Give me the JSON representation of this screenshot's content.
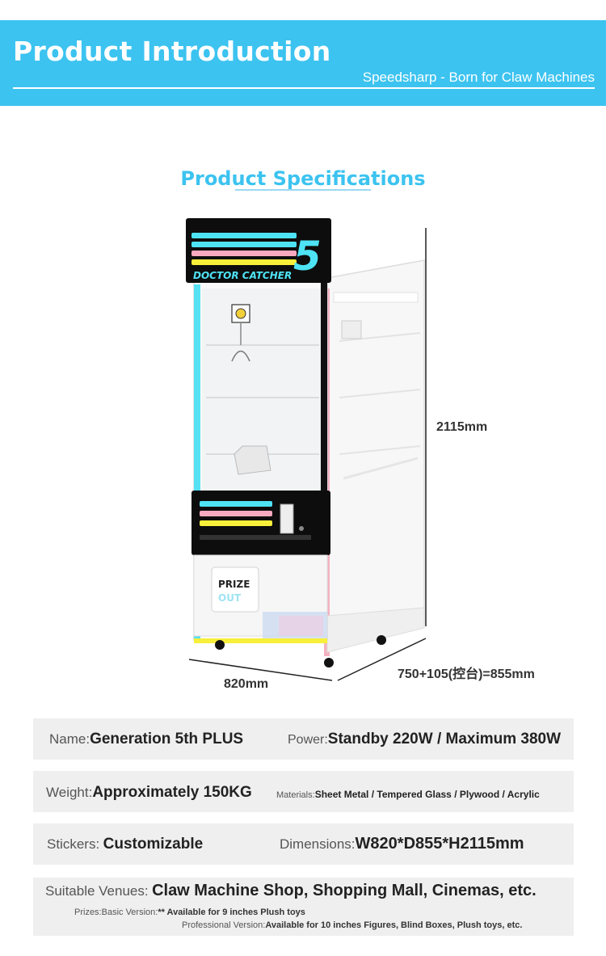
{
  "header": {
    "title": "Product Introduction",
    "subtitle": "Speedsharp - Born for Claw Machines"
  },
  "section_title": "Product Specifications",
  "machine": {
    "brand_logo": "DOCTOR CATCHER",
    "brand_number": "5",
    "prize_door_label": "PRIZE",
    "prize_door_label2": "OUT"
  },
  "dimensions": {
    "height": "2115mm",
    "width": "820mm",
    "depth": "750+105(控台)=855mm"
  },
  "specs": {
    "name_label": "Name:",
    "name_value": "Generation 5th PLUS",
    "power_label": "Power:",
    "power_value": "Standby 220W / Maximum 380W",
    "weight_label": "Weight:",
    "weight_value": "Approximately 150KG",
    "materials_label": "Materials:",
    "materials_value": "Sheet Metal / Tempered Glass / Plywood / Acrylic",
    "stickers_label": "Stickers:",
    "stickers_value": "Customizable",
    "dimensions_label": "Dimensions:",
    "dimensions_value": "W820*D855*H2115mm",
    "venues_label": "Suitable Venues:",
    "venues_value": "Claw Machine Shop, Shopping Mall, Cinemas, etc.",
    "prizes_label": "Prizes:",
    "prizes_basic_label": "Basic Version:",
    "prizes_basic_value": "** Available  for 9 inches Plush toys",
    "prizes_pro_label": "Professional Version:",
    "prizes_pro_value": "Available for 10 inches Figures, Blind Boxes, Plush toys, etc."
  },
  "colors": {
    "accent": "#3cc3f0",
    "row_background": "#efefef",
    "stripe_cyan": "#4de3f5",
    "stripe_pink": "#f7a9c0",
    "stripe_yellow": "#f7ef3a"
  }
}
